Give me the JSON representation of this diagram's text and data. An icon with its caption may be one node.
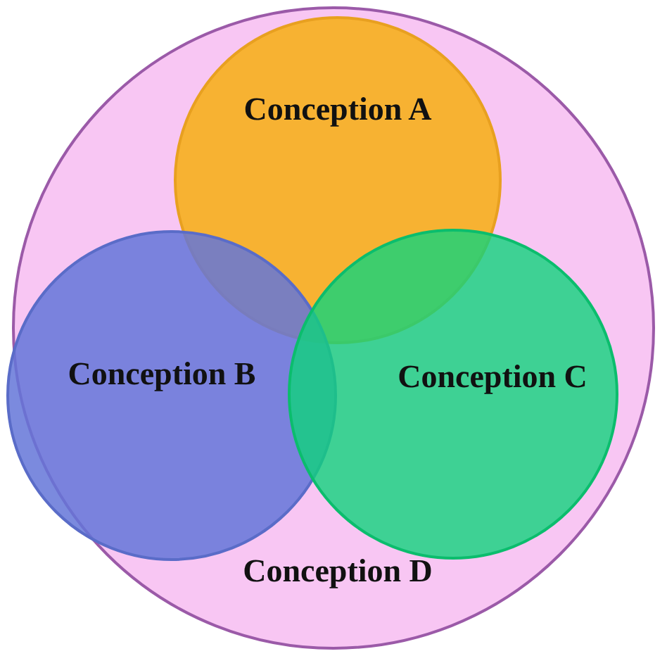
{
  "diagram": {
    "nodes": [
      {
        "text": [
          "Conception D"
        ]
      },
      {
        "text": [
          "Conception A"
        ],
        "in": 0
      },
      {
        "text": [
          "Conception B"
        ],
        "in": 0
      },
      {
        "text": [
          "Conception C"
        ],
        "in": 0
      }
    ]
  }
}
